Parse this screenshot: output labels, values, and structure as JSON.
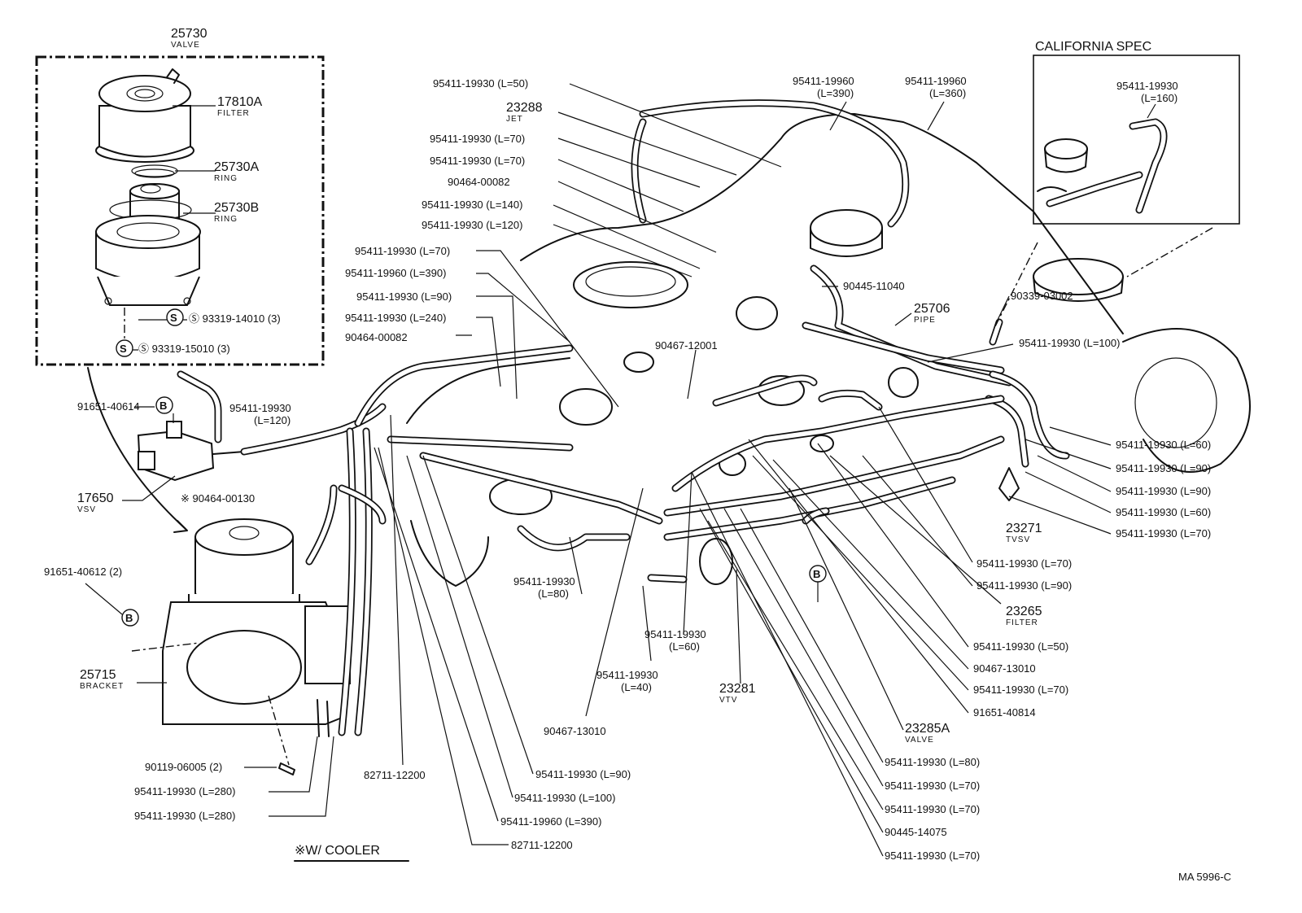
{
  "diagram": {
    "drawing_code": "MA 5996-C",
    "inset_title": "CALIFORNIA SPEC",
    "footnote": "※W/ COOLER",
    "callouts": [
      {
        "part": "25730",
        "name": "VALVE"
      },
      {
        "part": "17810A",
        "name": "FILTER"
      },
      {
        "part": "25730A",
        "name": "RING"
      },
      {
        "part": "25730B",
        "name": "RING"
      },
      {
        "part": "Ⓢ 93319-14010 (3)",
        "name": ""
      },
      {
        "part": "Ⓢ 93319-15010 (3)",
        "name": ""
      },
      {
        "part": "91651-40614",
        "name": ""
      },
      {
        "part": "95411-19930",
        "name": "(L=120)"
      },
      {
        "part": "17650",
        "name": "VSV"
      },
      {
        "part": "※ 90464-00130",
        "name": ""
      },
      {
        "part": "91651-40612 (2)",
        "name": ""
      },
      {
        "part": "25715",
        "name": "BRACKET"
      },
      {
        "part": "90119-06005 (2)",
        "name": ""
      },
      {
        "part": "95411-19930 (L=280)",
        "name": ""
      },
      {
        "part": "95411-19930 (L=280)",
        "name": ""
      },
      {
        "part": "82711-12200",
        "name": ""
      },
      {
        "part": "95411-19930 (L=50)",
        "name": ""
      },
      {
        "part": "23288",
        "name": "JET"
      },
      {
        "part": "95411-19930 (L=70)",
        "name": ""
      },
      {
        "part": "95411-19930 (L=70)",
        "name": ""
      },
      {
        "part": "90464-00082",
        "name": ""
      },
      {
        "part": "95411-19930 (L=140)",
        "name": ""
      },
      {
        "part": "95411-19930 (L=120)",
        "name": ""
      },
      {
        "part": "95411-19930 (L=70)",
        "name": ""
      },
      {
        "part": "95411-19960 (L=390)",
        "name": ""
      },
      {
        "part": "95411-19930 (L=90)",
        "name": ""
      },
      {
        "part": "95411-19930 (L=240)",
        "name": ""
      },
      {
        "part": "90464-00082",
        "name": ""
      },
      {
        "part": "95411-19960",
        "name": "(L=390)"
      },
      {
        "part": "95411-19960",
        "name": "(L=360)"
      },
      {
        "part": "95411-19930",
        "name": "(L=160)"
      },
      {
        "part": "90445-11040",
        "name": ""
      },
      {
        "part": "25706",
        "name": "PIPE"
      },
      {
        "part": "90339-03002",
        "name": ""
      },
      {
        "part": "90467-12001",
        "name": ""
      },
      {
        "part": "95411-19930 (L=100)",
        "name": ""
      },
      {
        "part": "95411-19930 (L=60)",
        "name": ""
      },
      {
        "part": "95411-19930 (L=90)",
        "name": ""
      },
      {
        "part": "95411-19930 (L=90)",
        "name": ""
      },
      {
        "part": "95411-19930 (L=60)",
        "name": ""
      },
      {
        "part": "95411-19930 (L=70)",
        "name": ""
      },
      {
        "part": "23271",
        "name": "TVSV"
      },
      {
        "part": "95411-19930 (L=70)",
        "name": ""
      },
      {
        "part": "95411-19930 (L=90)",
        "name": ""
      },
      {
        "part": "23265",
        "name": "FILTER"
      },
      {
        "part": "95411-19930 (L=50)",
        "name": ""
      },
      {
        "part": "90467-13010",
        "name": ""
      },
      {
        "part": "95411-19930 (L=70)",
        "name": ""
      },
      {
        "part": "91651-40814",
        "name": ""
      },
      {
        "part": "23285A",
        "name": "VALVE"
      },
      {
        "part": "95411-19930 (L=80)",
        "name": ""
      },
      {
        "part": "95411-19930 (L=70)",
        "name": ""
      },
      {
        "part": "95411-19930 (L=70)",
        "name": ""
      },
      {
        "part": "90445-14075",
        "name": ""
      },
      {
        "part": "95411-19930 (L=70)",
        "name": ""
      },
      {
        "part": "95411-19930",
        "name": "(L=80)"
      },
      {
        "part": "95411-19930",
        "name": "(L=60)"
      },
      {
        "part": "95411-19930",
        "name": "(L=40)"
      },
      {
        "part": "23281",
        "name": "VTV"
      },
      {
        "part": "90467-13010",
        "name": ""
      },
      {
        "part": "95411-19930 (L=90)",
        "name": ""
      },
      {
        "part": "95411-19930 (L=100)",
        "name": ""
      },
      {
        "part": "95411-19960 (L=390)",
        "name": ""
      },
      {
        "part": "82711-12200",
        "name": ""
      },
      {
        "part": "Ⓑ",
        "name": ""
      },
      {
        "part": "Ⓑ",
        "name": ""
      },
      {
        "part": "Ⓑ",
        "name": ""
      }
    ]
  }
}
